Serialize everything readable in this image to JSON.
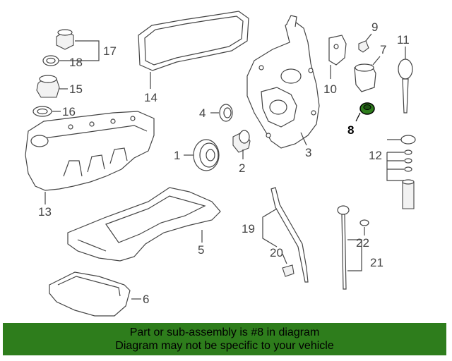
{
  "callouts": {
    "c1": "1",
    "c2": "2",
    "c3": "3",
    "c4": "4",
    "c5": "5",
    "c6": "6",
    "c7": "7",
    "c8": "8",
    "c9": "9",
    "c10": "10",
    "c11": "11",
    "c12": "12",
    "c13": "13",
    "c14": "14",
    "c15": "15",
    "c16": "16",
    "c17": "17",
    "c18": "18",
    "c19": "19",
    "c20": "20",
    "c21": "21",
    "c22": "22"
  },
  "highlight_color": "#2e7d1c",
  "banner": {
    "line1": "Part or sub-assembly is #8 in diagram",
    "line2": "Diagram may not be specific to your vehicle"
  }
}
